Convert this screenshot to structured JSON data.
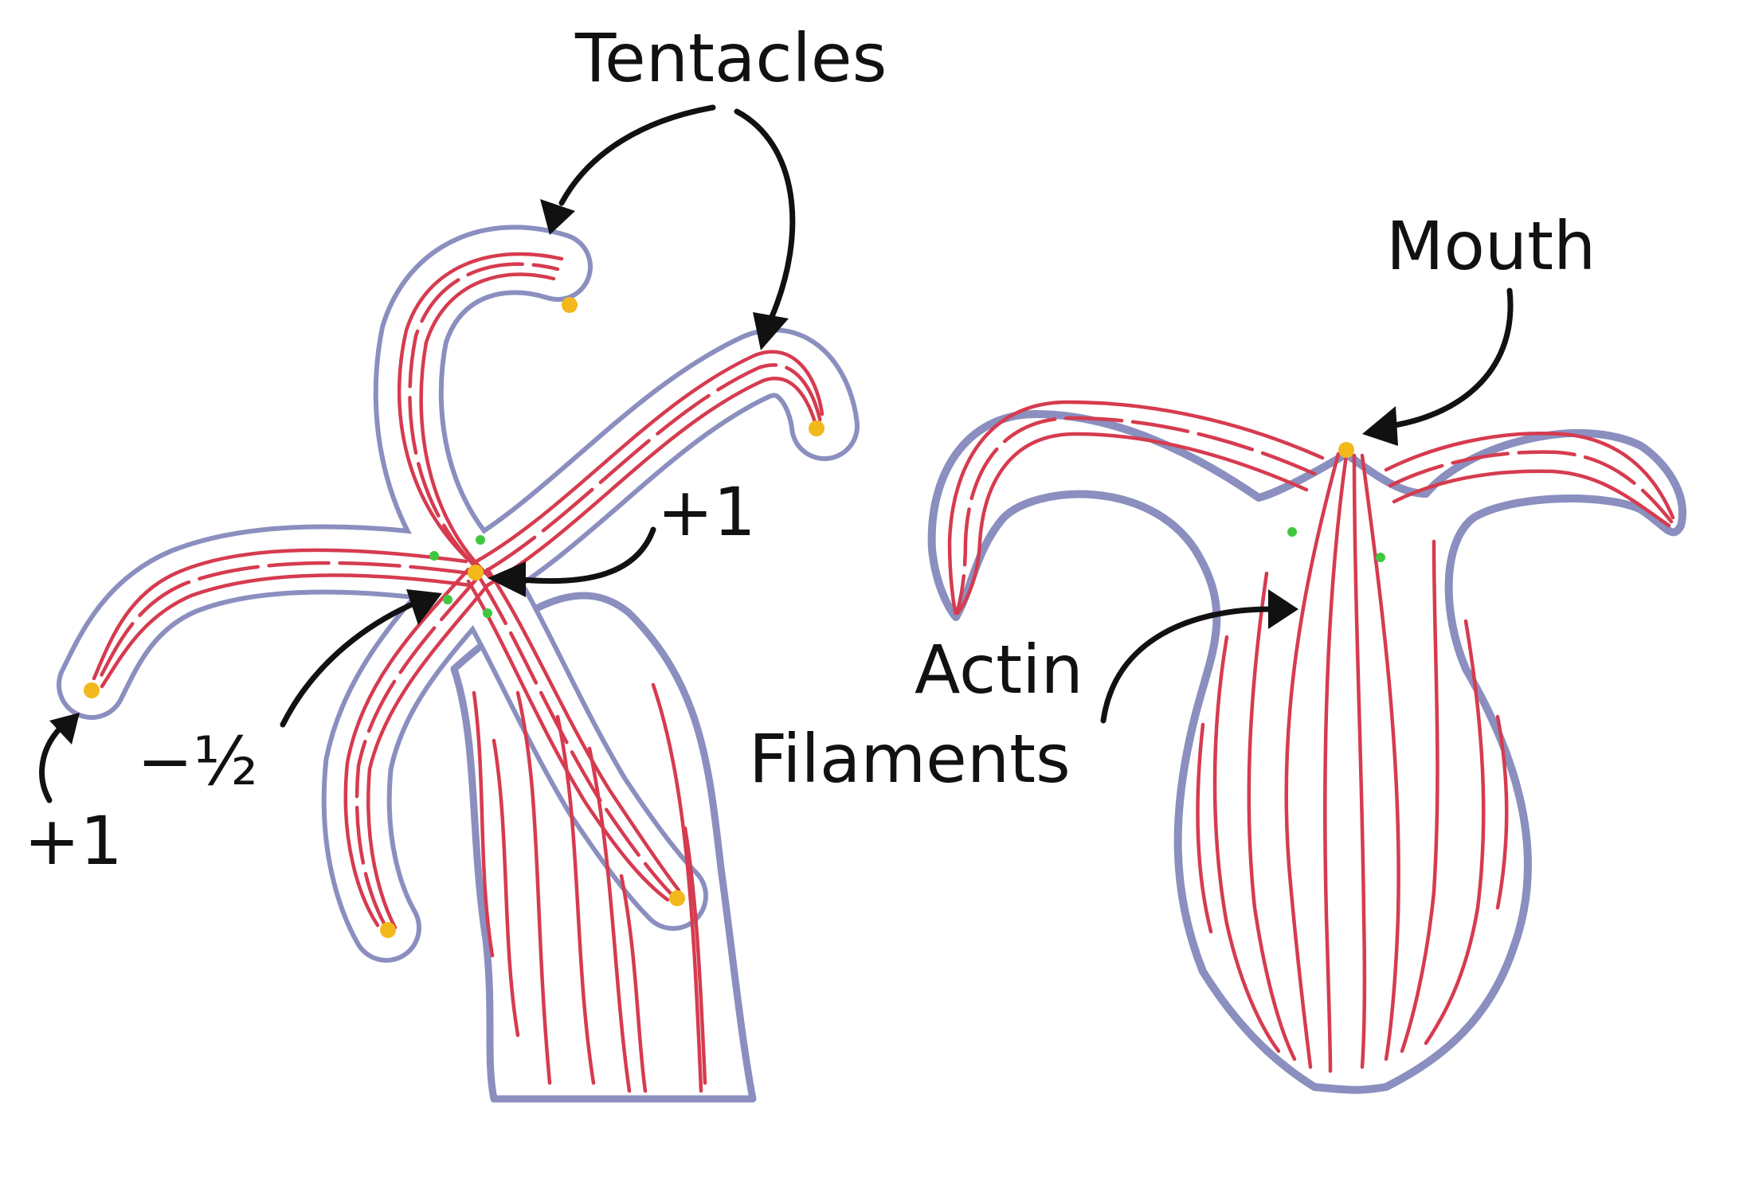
{
  "labels": {
    "tentacles": "Tentacles",
    "mouth": "Mouth",
    "actin": "Actin",
    "filaments": "Filaments",
    "plus_one_center": "+1",
    "minus_half": "−½",
    "plus_one_left": "+1"
  },
  "colors": {
    "outline": "#8a8fbf",
    "filament": "#d63b4f",
    "defect": "#f2b81c",
    "green_dot": "#3fc83f",
    "ink": "#111111"
  }
}
